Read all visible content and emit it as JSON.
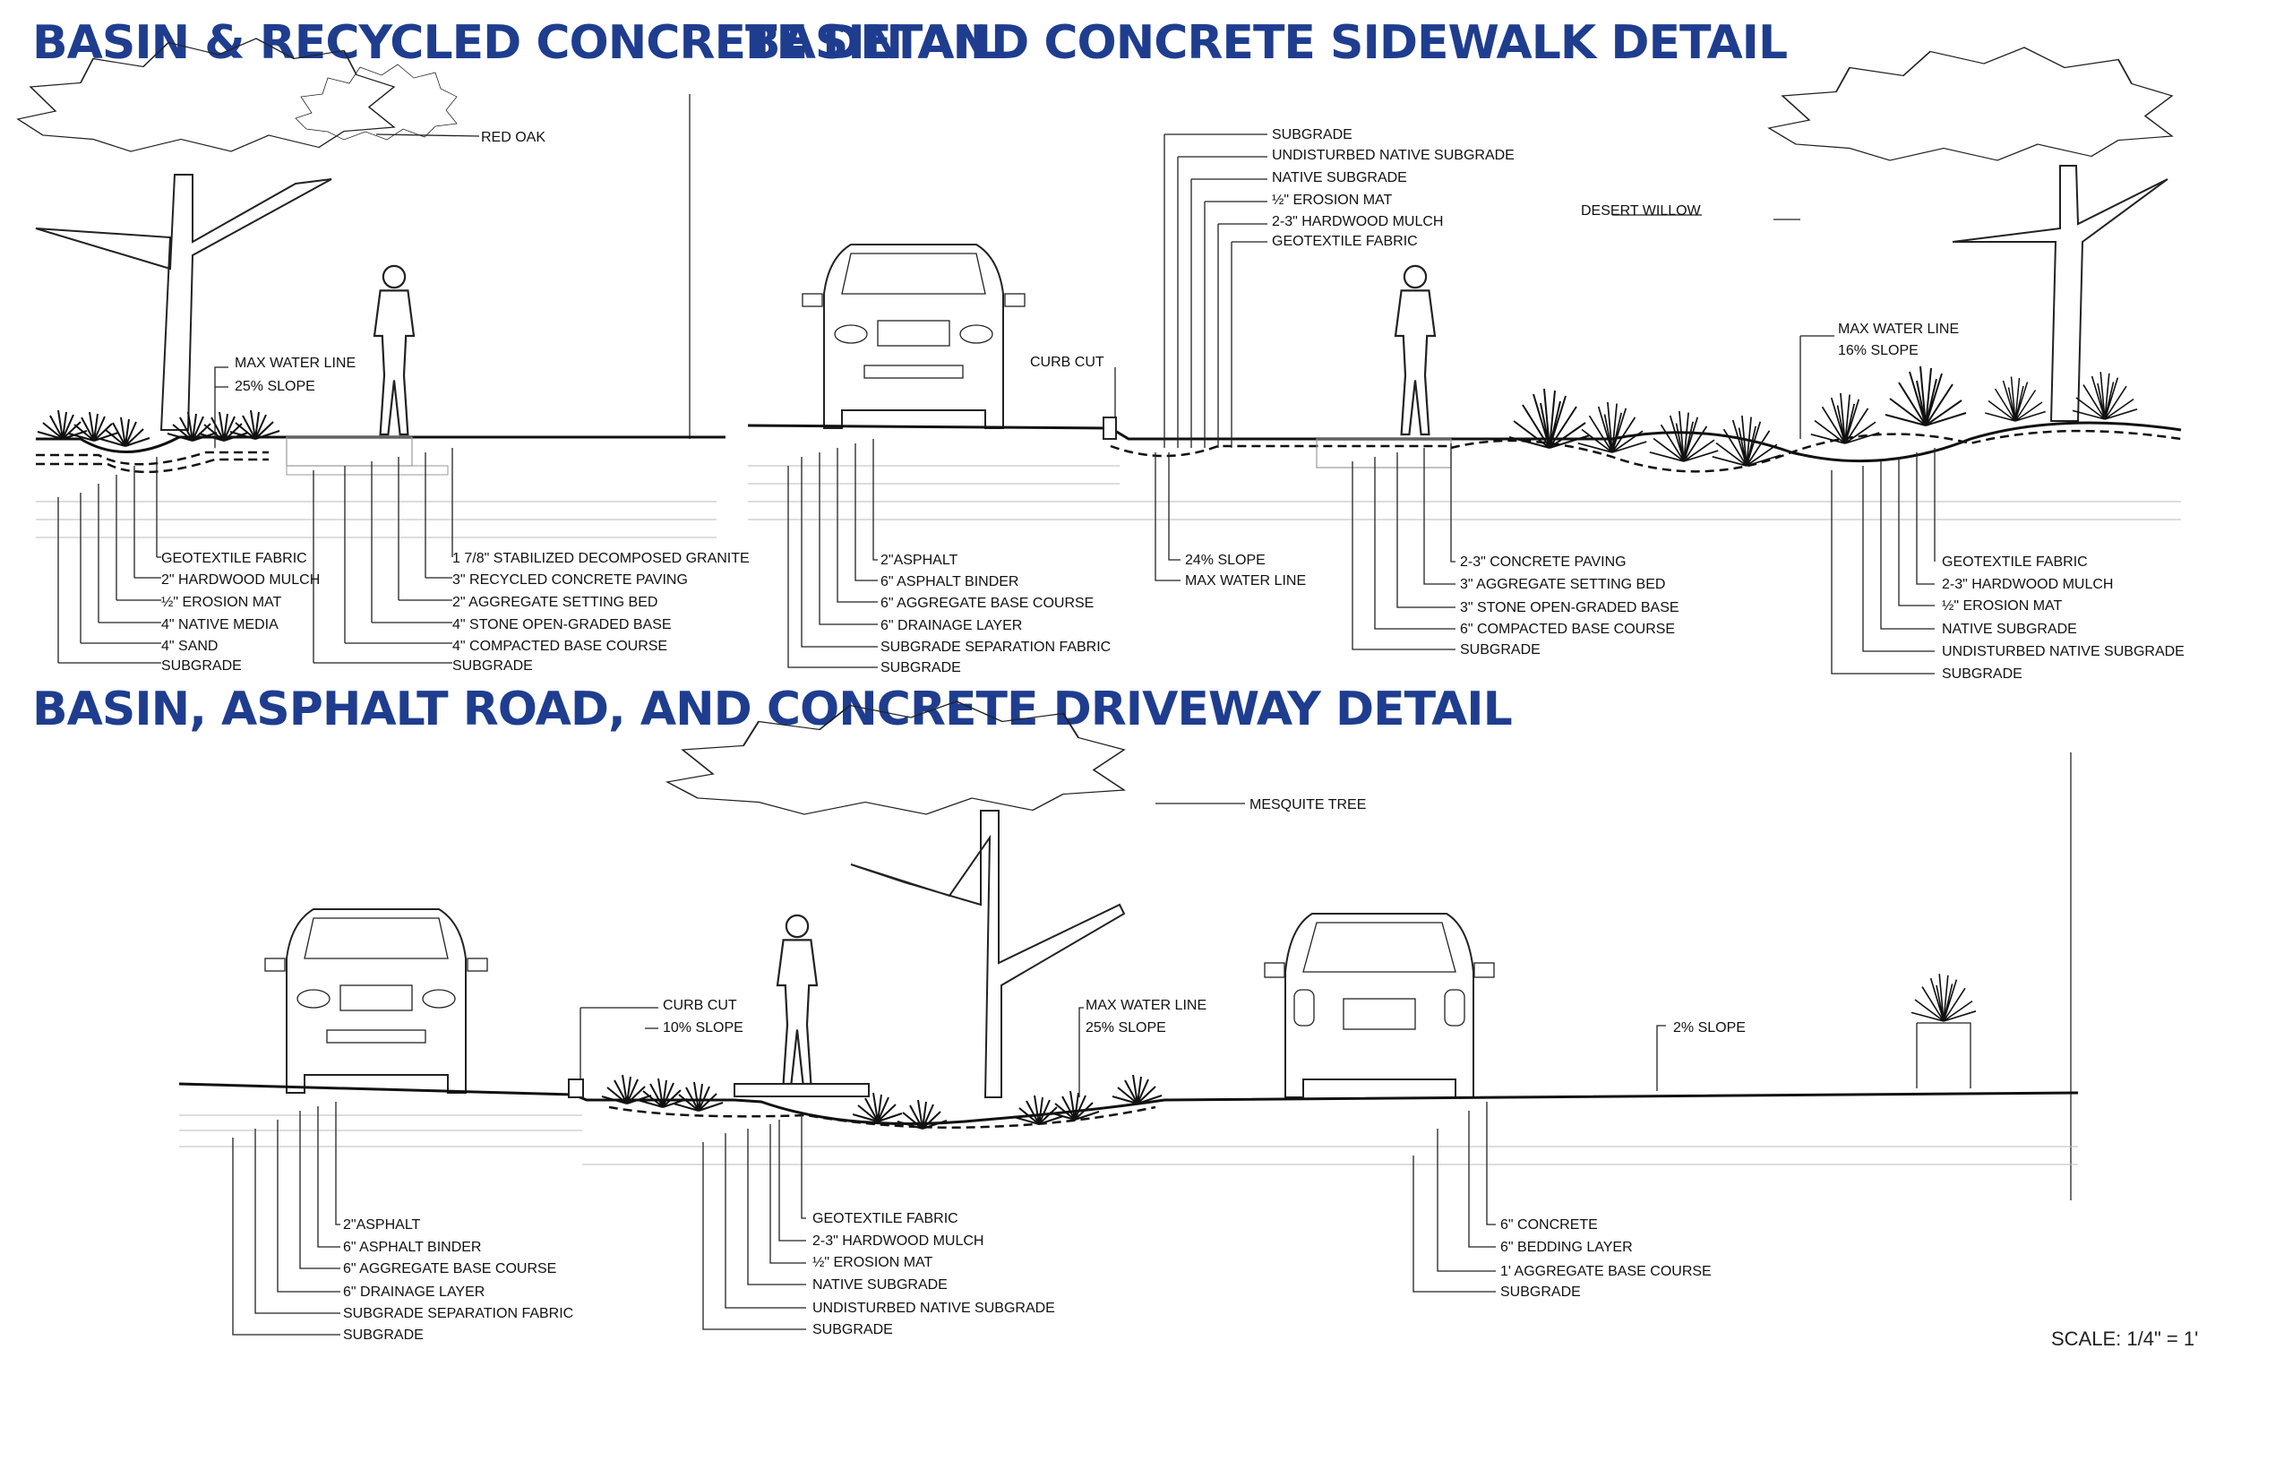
{
  "titles": {
    "detail1": "BASIN & RECYCLED CONCRETE DETAIL",
    "detail2": "BASIN AND CONCRETE SIDEWALK DETAIL",
    "detail3": "BASIN, ASPHALT ROAD, AND CONCRETE DRIVEWAY DETAIL"
  },
  "colors": {
    "title": "#1f3d8f",
    "linework": "#222222"
  },
  "detail1": {
    "tree": "RED OAK",
    "water": [
      "MAX WATER LINE",
      "25% SLOPE"
    ],
    "left_layers": [
      "GEOTEXTILE FABRIC",
      "2\" HARDWOOD MULCH",
      "½\" EROSION MAT",
      "4\" NATIVE MEDIA",
      "4\" SAND",
      "SUBGRADE"
    ],
    "right_layers": [
      "1 7/8\" STABILIZED DECOMPOSED GRANITE",
      "3\" RECYCLED CONCRETE PAVING",
      "2\" AGGREGATE SETTING BED",
      "4\" STONE OPEN-GRADED BASE",
      "4\" COMPACTED BASE COURSE",
      "SUBGRADE"
    ]
  },
  "detail2": {
    "top_layers": [
      "SUBGRADE",
      "UNDISTURBED NATIVE SUBGRADE",
      "NATIVE SUBGRADE",
      "½\" EROSION MAT",
      "2-3\" HARDWOOD MULCH",
      "GEOTEXTILE FABRIC"
    ],
    "tree": "DESERT WILLOW",
    "curb": "CURB CUT",
    "water_right": [
      "MAX WATER LINE",
      "16% SLOPE"
    ],
    "road_layers": [
      "2\"ASPHALT",
      "6\" ASPHALT BINDER",
      "6\" AGGREGATE BASE COURSE",
      "6\" DRAINAGE LAYER",
      "SUBGRADE SEPARATION FABRIC",
      "SUBGRADE"
    ],
    "water_left": [
      "24% SLOPE",
      "MAX WATER LINE"
    ],
    "walk_layers": [
      "2-3\" CONCRETE PAVING",
      "3\" AGGREGATE SETTING BED",
      "3\" STONE OPEN-GRADED BASE",
      "6\" COMPACTED BASE COURSE",
      "SUBGRADE"
    ],
    "basin_layers": [
      "GEOTEXTILE FABRIC",
      "2-3\" HARDWOOD MULCH",
      "½\" EROSION MAT",
      "NATIVE SUBGRADE",
      "UNDISTURBED NATIVE SUBGRADE",
      "SUBGRADE"
    ]
  },
  "detail3": {
    "tree": "MESQUITE TREE",
    "curb": [
      "CURB CUT",
      "10% SLOPE"
    ],
    "water": [
      "MAX WATER LINE",
      "25% SLOPE"
    ],
    "drive_slope": "2% SLOPE",
    "road_layers": [
      "2\"ASPHALT",
      "6\" ASPHALT BINDER",
      "6\" AGGREGATE BASE COURSE",
      "6\" DRAINAGE LAYER",
      "SUBGRADE SEPARATION FABRIC",
      "SUBGRADE"
    ],
    "basin_layers": [
      "GEOTEXTILE FABRIC",
      "2-3\" HARDWOOD MULCH",
      "½\" EROSION MAT",
      "NATIVE SUBGRADE",
      "UNDISTURBED NATIVE SUBGRADE",
      "SUBGRADE"
    ],
    "drive_layers": [
      "6\" CONCRETE",
      "6\" BEDDING LAYER",
      "1' AGGREGATE BASE COURSE",
      "SUBGRADE"
    ]
  },
  "scale": "SCALE: 1/4\" = 1'"
}
